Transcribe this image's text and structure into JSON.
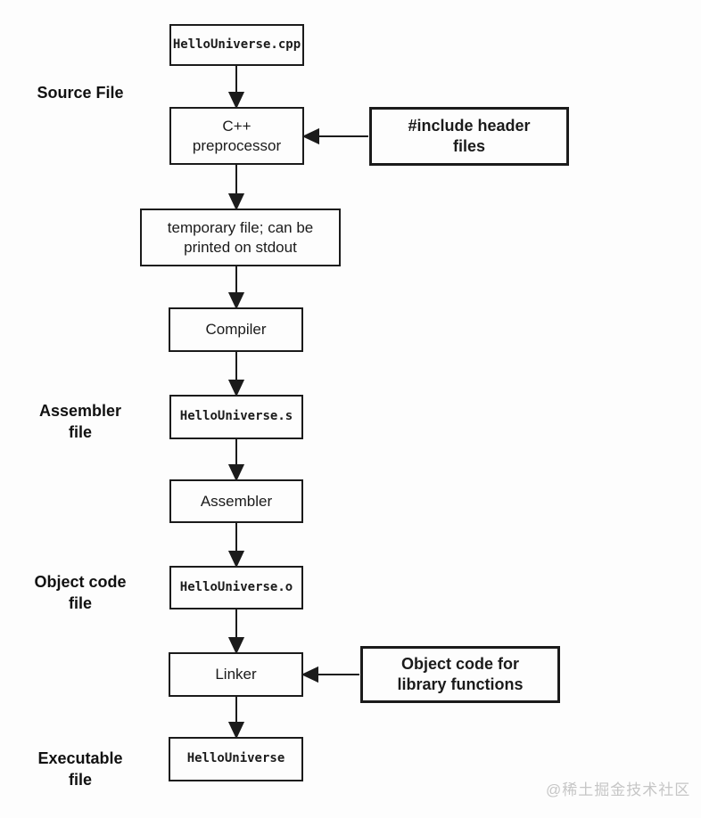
{
  "canvas": {
    "background": "#fdfdfd",
    "ink": "#1b1b1b",
    "watermark_color": "#c6c6c6"
  },
  "side_labels": {
    "source": "Source File",
    "assembler": "Assembler\nfile",
    "object": "Object code\nfile",
    "executable": "Executable\nfile"
  },
  "nodes": {
    "source_file": "HelloUniverse.cpp",
    "preprocessor": "C++\npreprocessor",
    "temp_file": "temporary file; can be\nprinted on stdout",
    "compiler": "Compiler",
    "assembly_file": "HelloUniverse.s",
    "assembler": "Assembler",
    "object_file": "HelloUniverse.o",
    "linker": "Linker",
    "executable": "HelloUniverse"
  },
  "inputs": {
    "headers": "#include header\nfiles",
    "libraries": "Object code for\nlibrary functions"
  },
  "watermark": "@稀土掘金技术社区"
}
